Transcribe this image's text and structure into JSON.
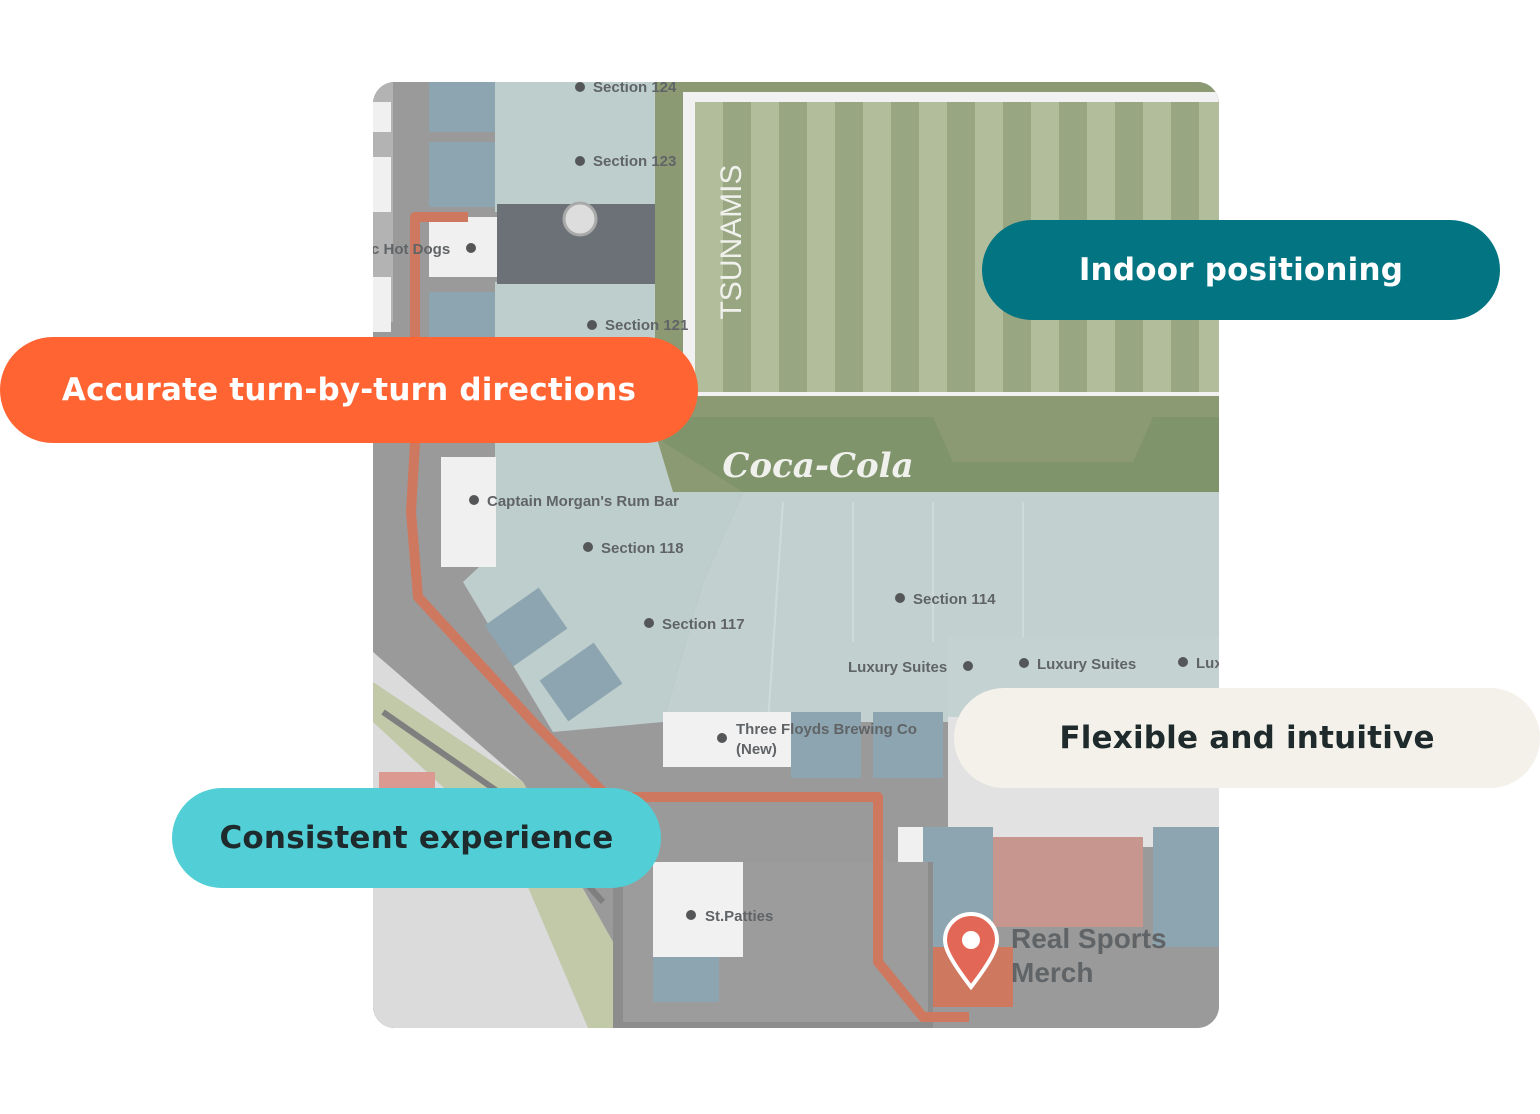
{
  "map": {
    "field_name": "TSUNAMIS",
    "sponsor_logo": "Coca-Cola",
    "labels": {
      "section_124": "Section 124",
      "section_123": "Section 123",
      "hot_dogs": "c Hot Dogs",
      "section_121": "Section 121",
      "captain_morgans": "Captain Morgan's Rum Bar",
      "section_118": "Section 118",
      "section_117": "Section 117",
      "section_114": "Section 114",
      "luxury_suites_1": "Luxury Suites",
      "luxury_suites_2": "Luxury Suites",
      "luxury_suites_3": "Lux",
      "three_floyds_line1": "Three Floyds Brewing Co",
      "three_floyds_line2": "(New)",
      "st_patties": "St.Patties",
      "destination_line1": "Real Sports",
      "destination_line2": "Merch"
    },
    "colors": {
      "route": "#c8664a",
      "seating": "#b6c8c6",
      "field_light": "#a7b48e",
      "field_dark": "#8a9a70",
      "pin": "#e0533f"
    }
  },
  "features": {
    "indoor_positioning": "Indoor positioning",
    "turn_by_turn": "Accurate turn-by-turn directions",
    "flexible": "Flexible and intuitive",
    "consistent": "Consistent experience"
  },
  "colors": {
    "orange": "#ff6432",
    "teal": "#027482",
    "cream": "#f3f1ea",
    "cyan": "#52cfd6"
  }
}
